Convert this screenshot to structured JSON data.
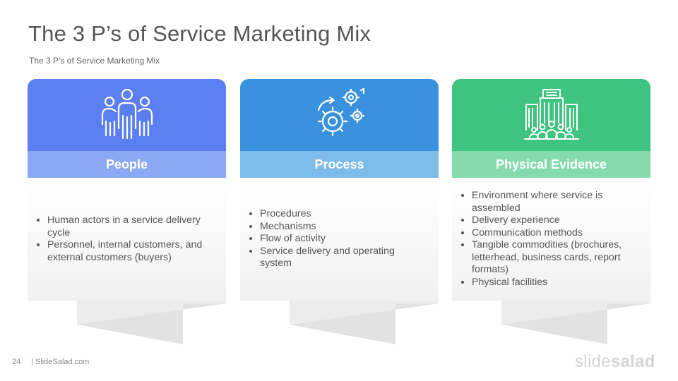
{
  "slide": {
    "title": "The 3 P’s of Service Marketing Mix",
    "subtitle": "The 3 P’s of Service Marketing Mix"
  },
  "cards": [
    {
      "label": "People",
      "icon": "people-group-icon",
      "top_color": "#5B7FF0",
      "band_color": "#8BA8F5",
      "bullets": [
        "Human actors in a service delivery cycle",
        "Personnel, internal customers, and external customers (buyers)"
      ]
    },
    {
      "label": "Process",
      "icon": "gears-icon",
      "top_color": "#3A92DF",
      "band_color": "#7DBBEA",
      "bullets": [
        "Procedures",
        "Mechanisms",
        "Flow of activity",
        "Service delivery and operating system"
      ]
    },
    {
      "label": "Physical Evidence",
      "icon": "building-people-icon",
      "top_color": "#3EC47E",
      "band_color": "#86DBAE",
      "bullets": [
        "Environment where service is assembled",
        "Delivery experience",
        "Communication methods",
        "Tangible commodities (brochures, letterhead, business cards, report formats)",
        "Physical facilities"
      ]
    }
  ],
  "footer": {
    "page_number": "24",
    "site": "| SlideSalad.com",
    "logo_part1": "slide",
    "logo_part2": "salad"
  }
}
